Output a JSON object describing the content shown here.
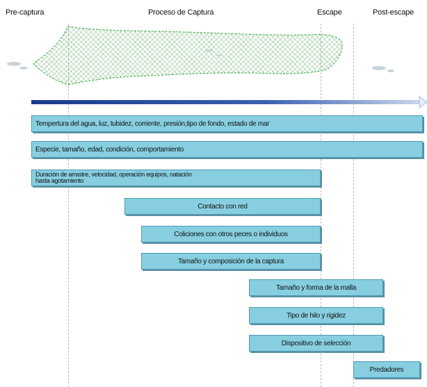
{
  "phases": {
    "pre": "Pre-captura",
    "proceso": "Proceso de Captura",
    "escape": "Escape",
    "post": "Post-escape"
  },
  "factors": [
    {
      "label": "Tempertura del agua, luz, tubidez, corriente, presión,tipo de fondo, estado de mar"
    },
    {
      "label": "Especie, tamaño, edad, condición, comportamiento"
    },
    {
      "label": "Duración de arrastre, velocidad, operación equipos, natación\nhasta agotamiento"
    },
    {
      "label": "Contacto con red"
    },
    {
      "label": "Coliciones con otros peces o individuos"
    },
    {
      "label": "Tamaño y composición de la captura"
    },
    {
      "label": "Tamaño y forma de la malla"
    },
    {
      "label": "Tipo de hilo y rigidez"
    },
    {
      "label": "Dispositivo de selección"
    },
    {
      "label": "Predadores"
    }
  ],
  "colors": {
    "bar_fill": "#87cfe0",
    "bar_border": "#4b99b4",
    "net_outline": "#4caf50",
    "arrow": "#1f3f8f"
  }
}
